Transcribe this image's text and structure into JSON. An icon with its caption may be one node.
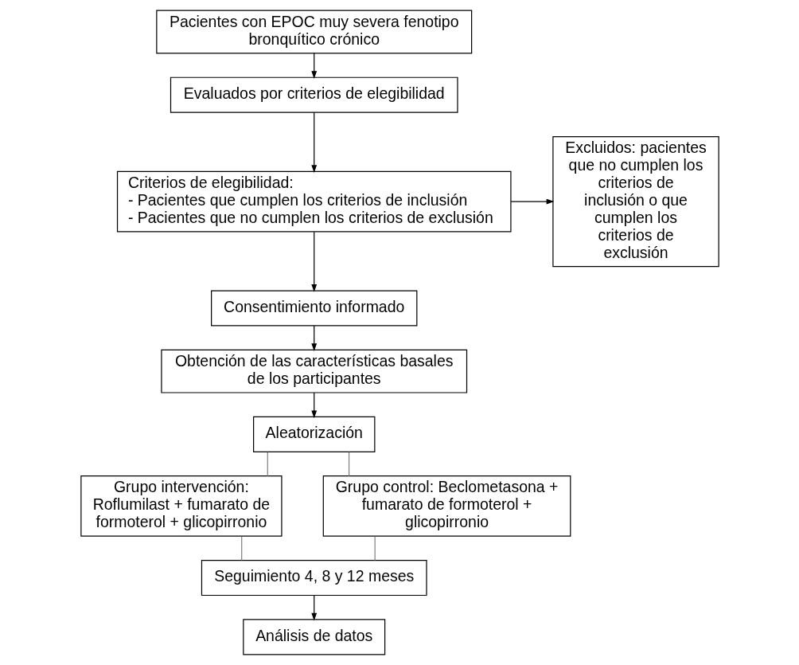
{
  "diagram": {
    "nodes": [
      {
        "text": [
          "Pacientes con EPOC muy severa fenotipo bronquítico crónico"
        ]
      },
      {
        "text": [
          "Evaluados por criterios de elegibilidad"
        ]
      },
      {
        "text": [
          "Criterios de elegibilidad:",
          "- Pacientes que cumplen los criterios de inclusión",
          "- Pacientes que no cumplen los criterios de exclusión"
        ]
      },
      {
        "text": [
          "Excluidos: pacientes que no cumplen los criterios de inclusión o que cumplen los criterios de exclusión"
        ]
      },
      {
        "text": [
          "Consentimiento informado"
        ]
      },
      {
        "text": [
          "Obtención de las características basales de los participantes"
        ]
      },
      {
        "text": [
          "Aleatorización"
        ]
      },
      {
        "text": [
          "Grupo intervención: Roflumilast + fumarato de formoterol + glicopirronio"
        ]
      },
      {
        "text": [
          "Grupo control: Beclometasona + fumarato de formoterol + glicopirronio"
        ]
      },
      {
        "text": [
          "Seguimiento 4, 8 y 12 meses"
        ]
      },
      {
        "text": [
          "Análisis de datos"
        ]
      }
    ],
    "edges": [
      {
        "from": 0,
        "to": 1,
        "arrow": "to"
      },
      {
        "from": 1,
        "to": 2,
        "arrow": "to"
      },
      {
        "from": 2,
        "to": 3,
        "arrow": "to"
      },
      {
        "from": 2,
        "to": 4,
        "arrow": "to"
      },
      {
        "from": 4,
        "to": 5,
        "arrow": "to"
      },
      {
        "from": 5,
        "to": 6,
        "arrow": "to"
      },
      {
        "from": 6,
        "to": 7,
        "arrow": "none",
        "color": "#808080"
      },
      {
        "from": 6,
        "to": 8,
        "arrow": "none",
        "color": "#808080"
      },
      {
        "from": 7,
        "to": 9,
        "arrow": "none",
        "color": "#808080"
      },
      {
        "from": 8,
        "to": 9,
        "arrow": "none",
        "color": "#808080"
      },
      {
        "from": 9,
        "to": 10,
        "arrow": "to"
      }
    ]
  }
}
